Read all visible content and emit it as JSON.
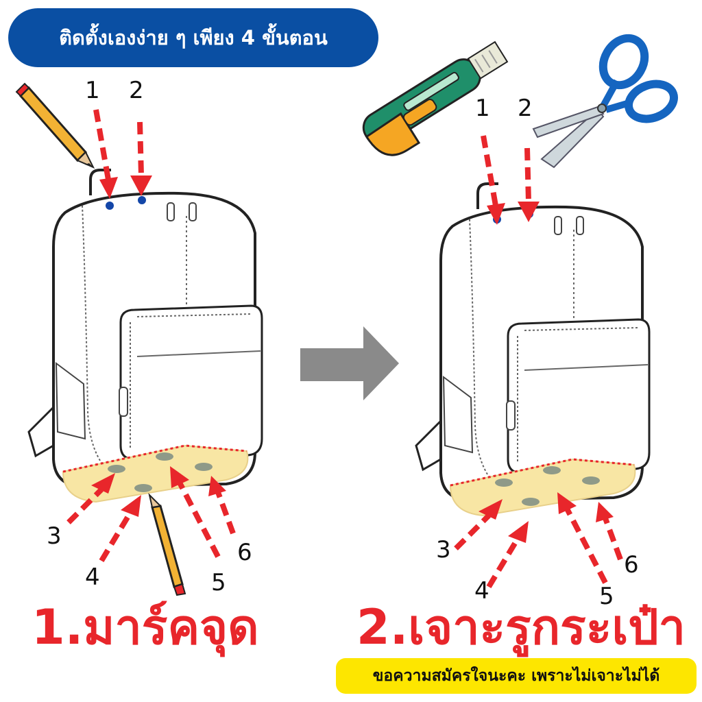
{
  "banner": {
    "text": "ติดตั้งเองง่าย ๆ เพียง 4 ขั้นตอน"
  },
  "step1": {
    "title": "1.มาร์คจุด",
    "markers": [
      "1",
      "2",
      "3",
      "4",
      "5",
      "6"
    ]
  },
  "step2": {
    "title": "2.เจาะรูกระเป๋า",
    "markers": [
      "1",
      "2",
      "3",
      "4",
      "5",
      "6"
    ]
  },
  "note": {
    "text": "ขอความสมัครใจนะคะ เพราะไม่เจาะไม่ได้"
  },
  "colors": {
    "banner_bg": "#0a4fa3",
    "arrow_red": "#e8262b",
    "dot_blue": "#1346a8",
    "base_yellow": "#f8e6a4",
    "hole_gray": "#8f9a88",
    "flow_arrow": "#8a8a8a",
    "note_bg": "#fde600",
    "title_red": "#e8262b"
  },
  "icons": [
    "pencil-icon",
    "cutter-knife-icon",
    "scissors-icon",
    "flow-arrow-icon",
    "backpack-icon"
  ]
}
